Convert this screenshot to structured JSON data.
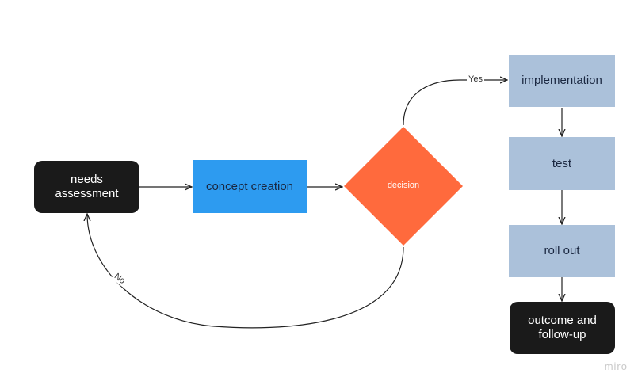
{
  "nodes": {
    "needs_assessment": "needs\nassessment",
    "concept_creation": "concept creation",
    "decision": "decision",
    "implementation": "implementation",
    "test": "test",
    "roll_out": "roll out",
    "outcome": "outcome and\nfollow-up"
  },
  "edge_labels": {
    "yes": "Yes",
    "no": "No"
  },
  "colors": {
    "dark": "#1a1a1a",
    "blue": "#2d9bf0",
    "orange": "#ff6a3d",
    "steel": "#abc1da"
  },
  "watermark": "miro"
}
